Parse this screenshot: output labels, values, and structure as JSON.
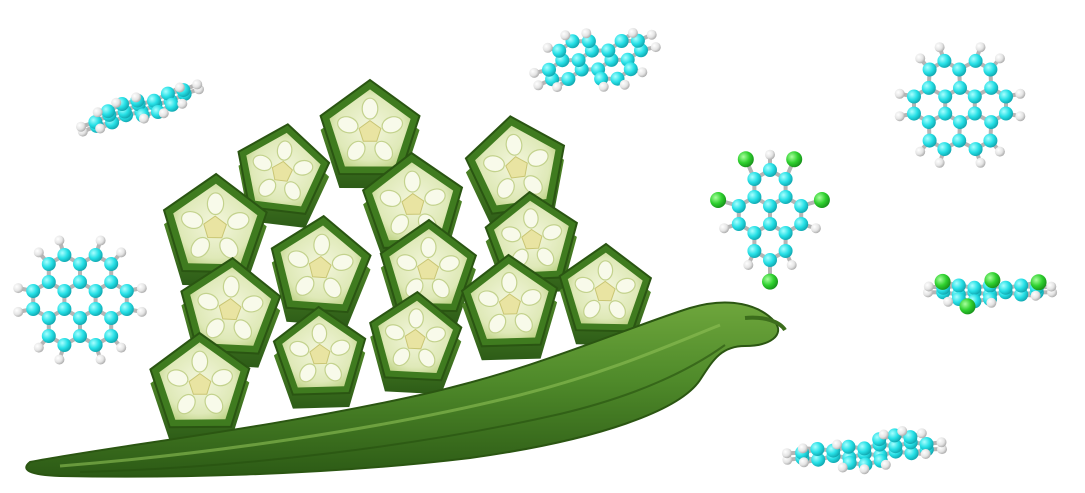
{
  "scene": {
    "description_items": [
      "okra-slices",
      "whole-okra-pod",
      "molecular-models"
    ]
  },
  "colors": {
    "background": "#ffffff",
    "okra_skin": "#4f8a2a",
    "okra_skin_dark": "#2f5e16",
    "okra_flesh": "#e6eec8",
    "okra_seed": "#f7f9ea",
    "carbon_atom": "#26e0e6",
    "hydrogen_atom": "#ececec",
    "chlorine_atom": "#2fd12f",
    "bond": "#bdbdbd"
  },
  "icons": {
    "okra": "okra-icon",
    "molecule": "molecule-icon"
  }
}
